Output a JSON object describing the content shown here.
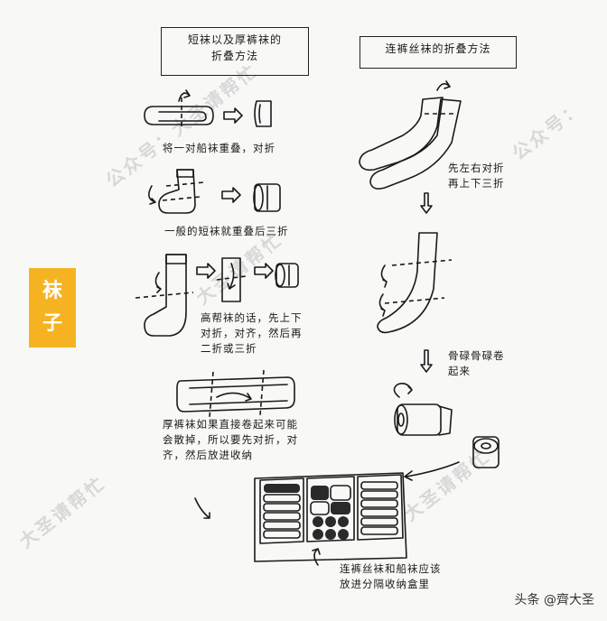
{
  "left_column": {
    "title": "短袜以及厚裤袜的\n折叠方法",
    "step1": "将一对船袜重叠，对折",
    "step2": "一般的短袜就重叠后三折",
    "step3": "高帮袜的话，先上下\n对折，对齐，然后再\n二折或三折",
    "step4": "厚裤袜如果直接卷起来可能\n会散掉，所以要先对折，对\n齐，然后放进收纳"
  },
  "right_column": {
    "title": "连裤丝袜的折叠方法",
    "step1": "先左右对折\n再上下三折",
    "step2": "骨碌骨碌卷\n起来",
    "step3": "连裤丝袜和船袜应该\n放进分隔收纳盒里"
  },
  "section_tag": {
    "line1": "袜",
    "line2": "子",
    "color": "#f6b321"
  },
  "watermark": {
    "a": "公众号：大圣请帮忙",
    "b": "大圣请帮忙",
    "c": "公众号：",
    "d": "公众号："
  },
  "credit": "头条 @齊大圣"
}
